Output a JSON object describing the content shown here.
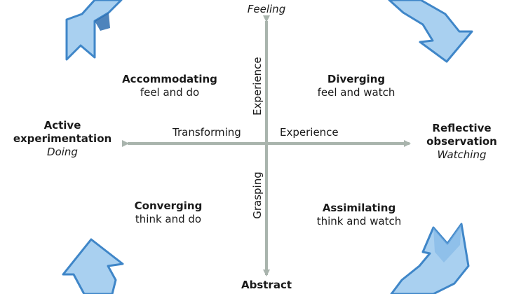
{
  "poles": {
    "top": {
      "subtitle": "Feeling"
    },
    "bottom": {
      "title": "Abstract"
    },
    "left": {
      "title_line1": "Active",
      "title_line2": "experimentation",
      "subtitle": "Doing"
    },
    "right": {
      "title_line1": "Reflective",
      "title_line2": "observation",
      "subtitle": "Watching"
    }
  },
  "quadrants": {
    "top_left": {
      "title": "Accommodating",
      "desc": "feel and do"
    },
    "top_right": {
      "title": "Diverging",
      "desc": "feel and watch"
    },
    "bottom_left": {
      "title": "Converging",
      "desc": "think and do"
    },
    "bottom_right": {
      "title": "Assimilating",
      "desc": "think and watch"
    }
  },
  "axis_labels": {
    "horizontal_left": "Transforming",
    "horizontal_right": "Experience",
    "vertical_top": "Experience",
    "vertical_bottom": "Grasping"
  },
  "colors": {
    "axis": "#a9b4ad",
    "arrow_fill": "#a9d0f0",
    "arrow_stroke": "#3f86c8",
    "text": "#1a1a1a"
  }
}
